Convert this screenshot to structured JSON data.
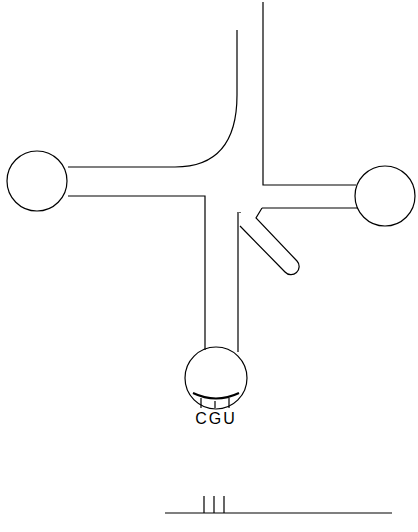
{
  "diagram": {
    "labels": [
      "C",
      "G",
      "U"
    ]
  }
}
